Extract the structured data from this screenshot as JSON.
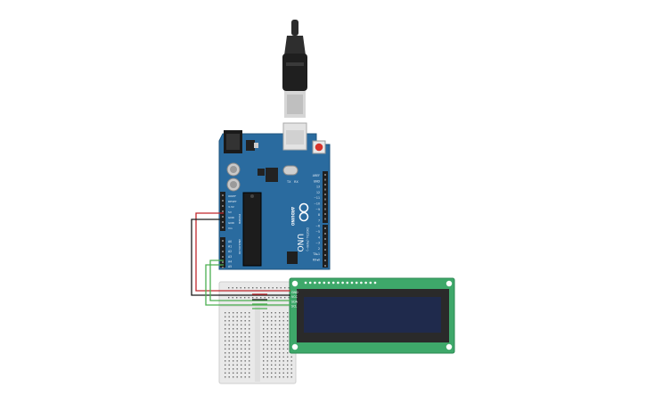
{
  "arduino": {
    "model": "UNO",
    "brand": "ARDUINO",
    "reset_label": "RESET",
    "chip_labels": [
      "TX",
      "RX"
    ],
    "power_header_labels": [
      "IOREF",
      "RESET",
      "3.3V",
      "5V",
      "GND",
      "GND",
      "Vin"
    ],
    "analog_header_labels": [
      "A0",
      "A1",
      "A2",
      "A3",
      "A4",
      "A5"
    ],
    "power_group_label": "POWER",
    "analog_group_label": "ANALOG IN",
    "digital_labels": [
      "AREF",
      "GND",
      "13",
      "12",
      "~11",
      "~10",
      "~9",
      "8",
      "7",
      "~6",
      "~5",
      "4",
      "~3",
      "2",
      "TX▸1",
      "RX◂0"
    ],
    "digital_group_label": "DIGITAL (PWM~)",
    "colors": {
      "board": "#2a6b9f",
      "header": "#1f1f1f",
      "reset_button": "#d8342c"
    }
  },
  "lcd": {
    "pin_labels": [
      "GND",
      "VCC",
      "SDA",
      "SCL"
    ],
    "colors": {
      "pcb": "#3ea86a",
      "screen": "#1f2a4c",
      "bezel": "#2a2a2a"
    }
  },
  "breadboard": {
    "color": "#e9e9e9"
  },
  "wires": {
    "colors": {
      "vcc": "#c0262b",
      "gnd": "#1a1a1a",
      "sda": "#4caf50",
      "scl": "#4caf50"
    }
  }
}
